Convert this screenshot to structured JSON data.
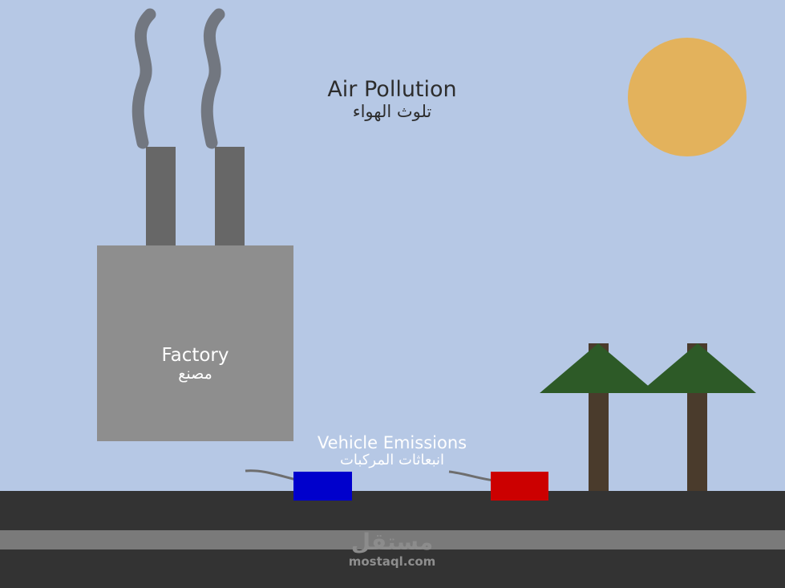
{
  "title": {
    "en": "Air Pollution",
    "ar": "تلوث الهواء"
  },
  "factory": {
    "en": "Factory",
    "ar": "مصنع"
  },
  "vehicles": {
    "en": "Vehicle Emissions",
    "ar": "انبعاثات المركبات"
  },
  "watermark": {
    "logo": "مستقل",
    "url": "mostaql.com"
  },
  "colors": {
    "sky": "#b6c8e5",
    "sun": "#e3b25c",
    "smoke": "#727780",
    "chimney": "#676767",
    "factory": "#8e8e8e",
    "road": "#333333",
    "road_stripe": "#7a7a7a",
    "car_blue": "#0000cc",
    "car_red": "#cc0000",
    "tree_foliage": "#2d5a27",
    "tree_trunk": "#4a3b2c"
  }
}
